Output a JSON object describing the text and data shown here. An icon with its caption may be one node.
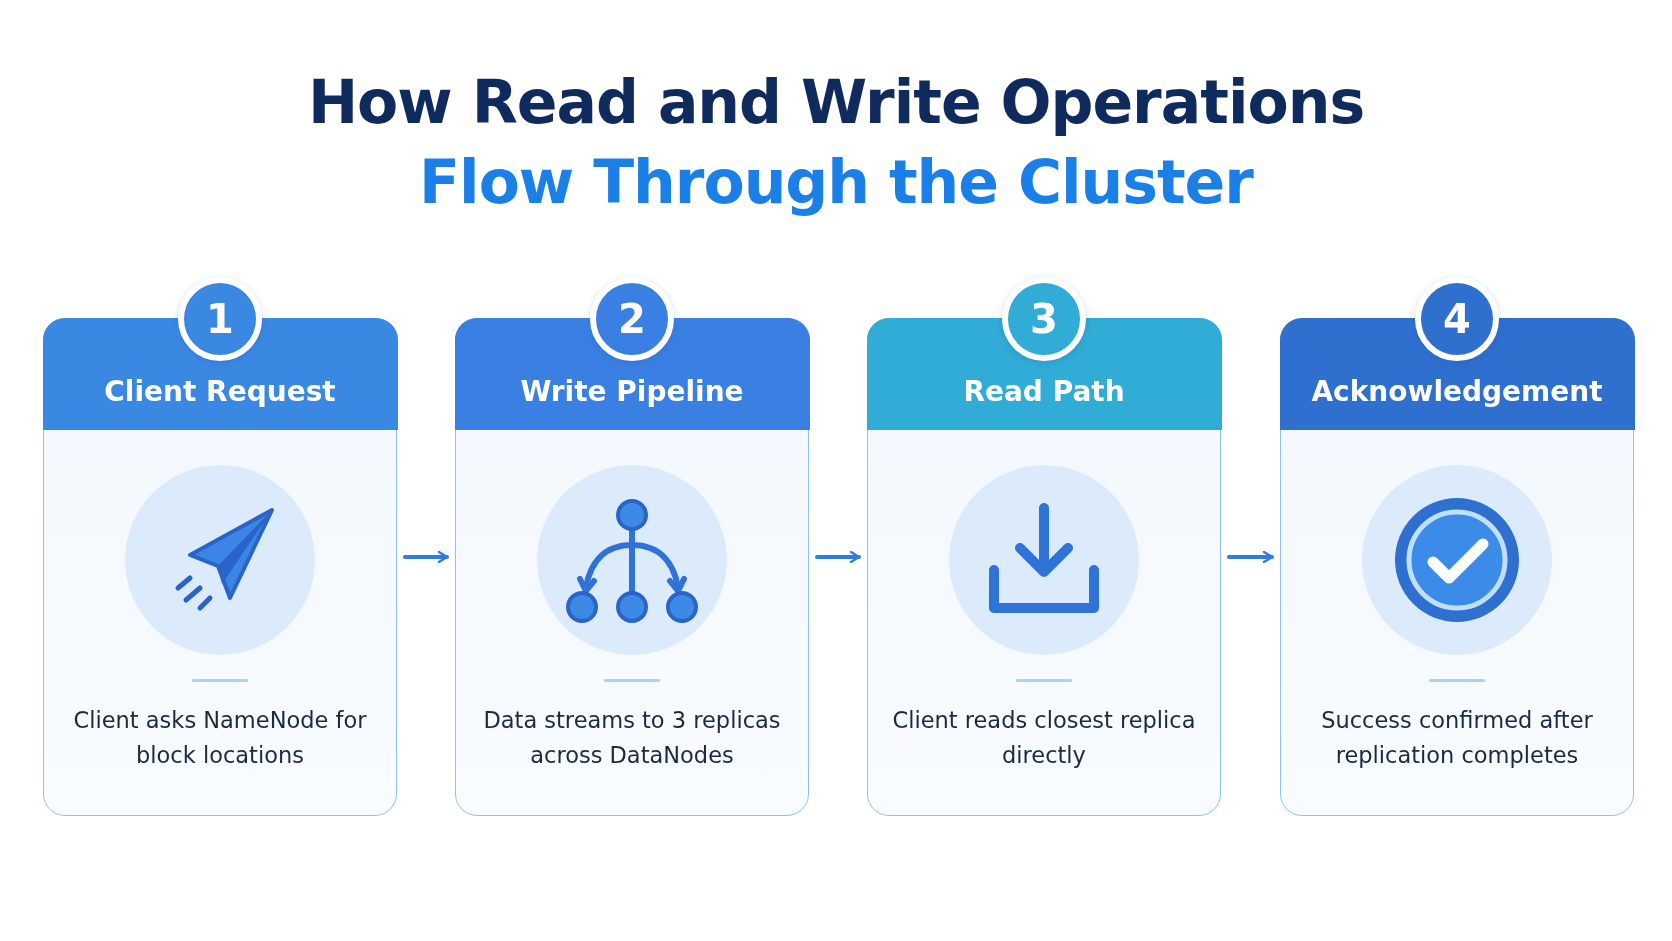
{
  "diagram": {
    "title": "How Read and Write Operations Flow Through the Cluster",
    "nodes": [
      {
        "text": [
          "1",
          "Client Request",
          "Client asks NameNode for block locations"
        ]
      },
      {
        "text": [
          "2",
          "Write Pipeline",
          "Data streams to 3 replicas across DataNodes"
        ]
      },
      {
        "text": [
          "3",
          "Read Path",
          "Client reads closest replica directly"
        ]
      },
      {
        "text": [
          "4",
          "Acknowledgement",
          "Success confirmed after replication completes"
        ]
      }
    ],
    "edges": [
      {
        "from": 0,
        "to": 1,
        "arrow": "to"
      },
      {
        "from": 1,
        "to": 2,
        "arrow": "to"
      },
      {
        "from": 2,
        "to": 3,
        "arrow": "to"
      }
    ]
  }
}
